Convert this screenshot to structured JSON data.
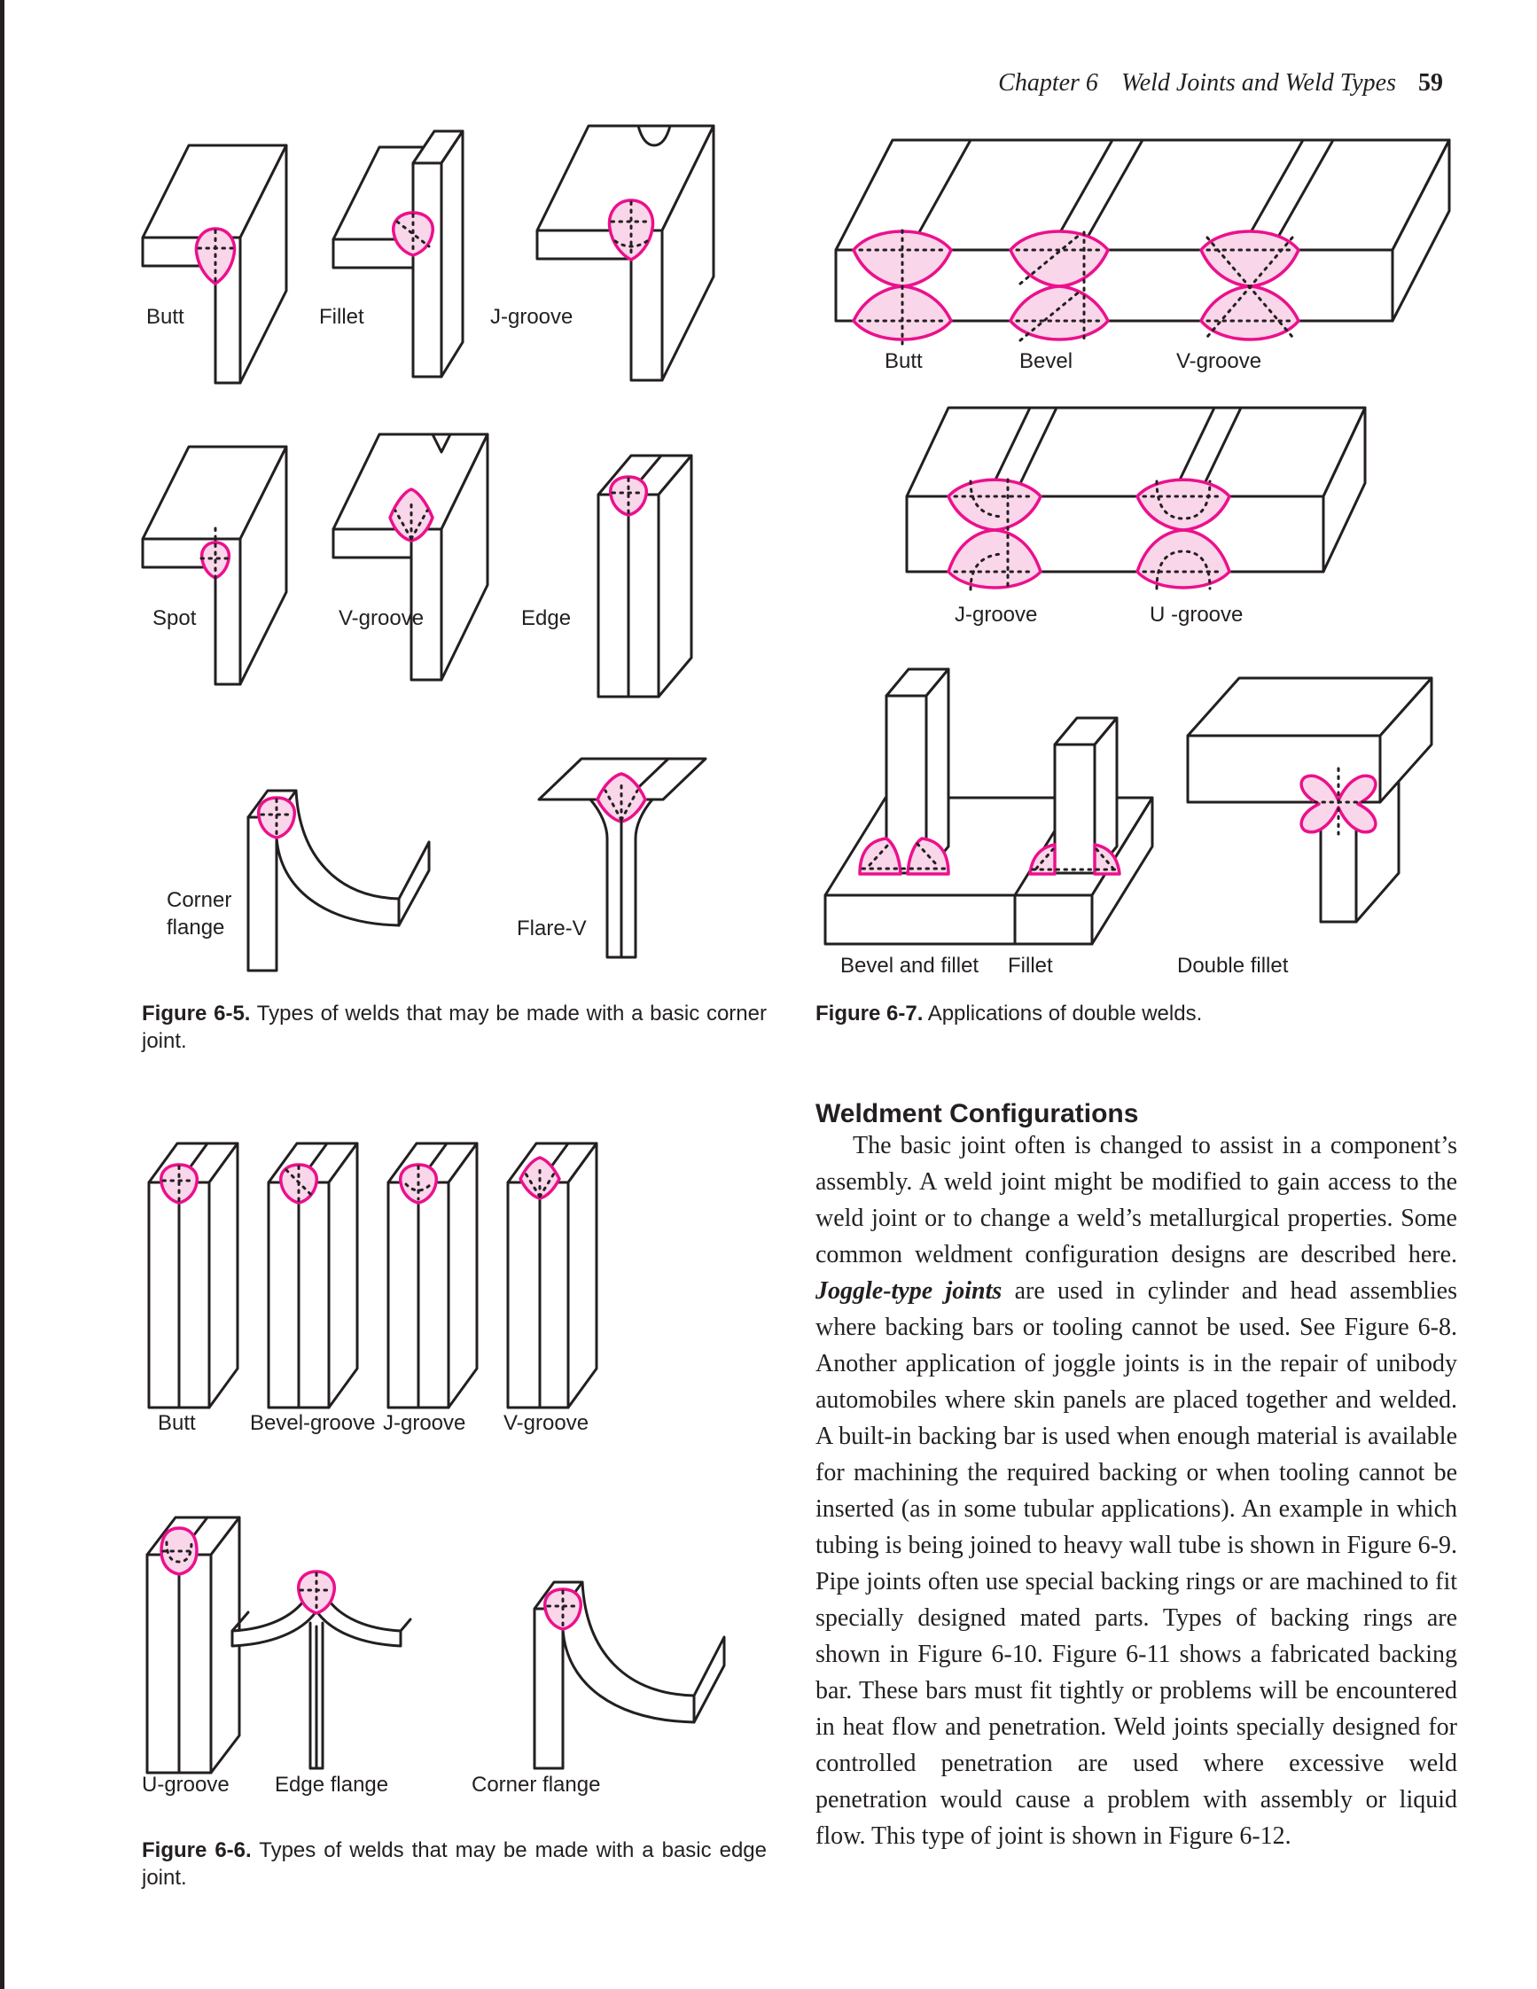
{
  "page_header": {
    "chapter": "Chapter 6",
    "title": "Weld Joints and Weld Types",
    "page_number": "59"
  },
  "colors": {
    "weld_fill": "#f9d6e9",
    "weld_stroke": "#ec108c",
    "line_art": "#231f20"
  },
  "figure_6_5": {
    "caption_label": "Figure 6-5.",
    "caption_text": " Types of welds that may be made with a basic corner joint.",
    "items": [
      {
        "label": "Butt"
      },
      {
        "label": "Fillet"
      },
      {
        "label": "J-groove"
      },
      {
        "label": "Spot"
      },
      {
        "label": "V-groove"
      },
      {
        "label": "Edge"
      },
      {
        "label": "Corner flange"
      },
      {
        "label": "Flare-V"
      }
    ]
  },
  "figure_6_6": {
    "caption_label": "Figure 6-6.",
    "caption_text": " Types of welds that may be made with a basic edge joint.",
    "items": [
      {
        "label": "Butt"
      },
      {
        "label": "Bevel-groove"
      },
      {
        "label": "J-groove"
      },
      {
        "label": "V-groove"
      },
      {
        "label": "U-groove"
      },
      {
        "label": "Edge flange"
      },
      {
        "label": "Corner flange"
      }
    ]
  },
  "figure_6_7": {
    "caption_label": "Figure 6-7.",
    "caption_text": " Applications of double welds.",
    "bar1_labels": [
      {
        "label": "Butt"
      },
      {
        "label": "Bevel"
      },
      {
        "label": "V-groove"
      }
    ],
    "bar2_labels": [
      {
        "label": "J-groove"
      },
      {
        "label": "U -groove"
      }
    ],
    "row3_labels": [
      {
        "label": "Bevel and fillet"
      },
      {
        "label": "Fillet"
      },
      {
        "label": "Double fillet"
      }
    ]
  },
  "article": {
    "heading": "Weldment Configurations",
    "para_1": "The basic joint often is changed to assist in a component’s assembly. A weld joint might be modified to gain access to the weld joint or to change a weld’s metallurgical properties. Some common weldment configuration designs are described here. ",
    "para_bold_italic": "Joggle-type joints",
    "para_2": " are used in cylinder and head assemblies where backing bars or tooling cannot be used. See Figure 6-8. Another application of joggle joints is in the repair of unibody automobiles where skin panels are placed together and welded. A built-in backing bar is used when enough material is available for machining the required backing or when tooling cannot be inserted (as in some tubular applications). An example in which tubing is being joined to heavy wall tube is shown in Figure 6-9. Pipe joints often use special backing rings or are machined to fit specially designed mated parts. Types of backing rings are shown in Figure 6-10. Figure 6-11 shows a fabricated backing bar. These bars must fit tightly or problems will be encountered in heat flow and penetration. Weld joints specially designed for controlled penetration are used where excessive weld penetration would cause a problem with assembly or liquid flow. This type of joint is shown in Figure 6-12."
  }
}
